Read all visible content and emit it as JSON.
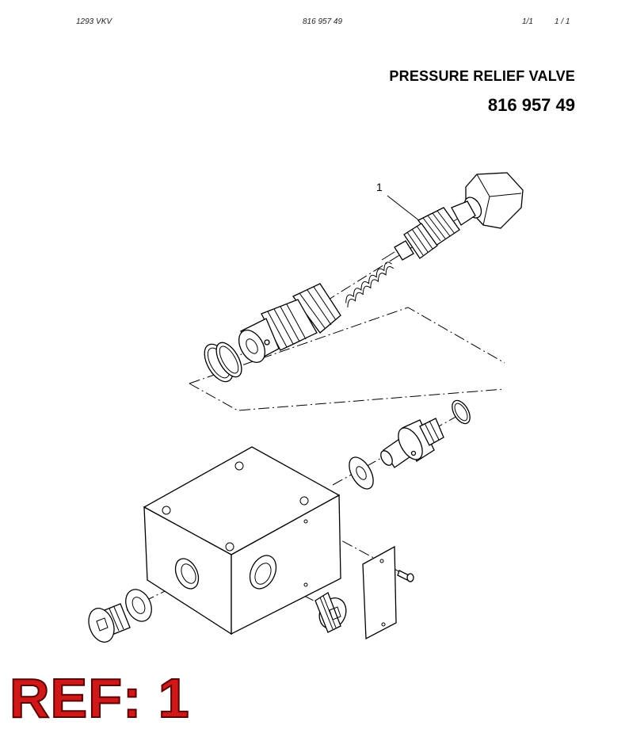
{
  "header": {
    "left": "1293  VKV",
    "middle": "816 957 49",
    "page_a": "1/1",
    "page_b": "1 / 1"
  },
  "title": "PRESSURE RELIEF VALVE",
  "part_number": "816 957 49",
  "callout_1": "1",
  "ref_label": "REF: 1"
}
